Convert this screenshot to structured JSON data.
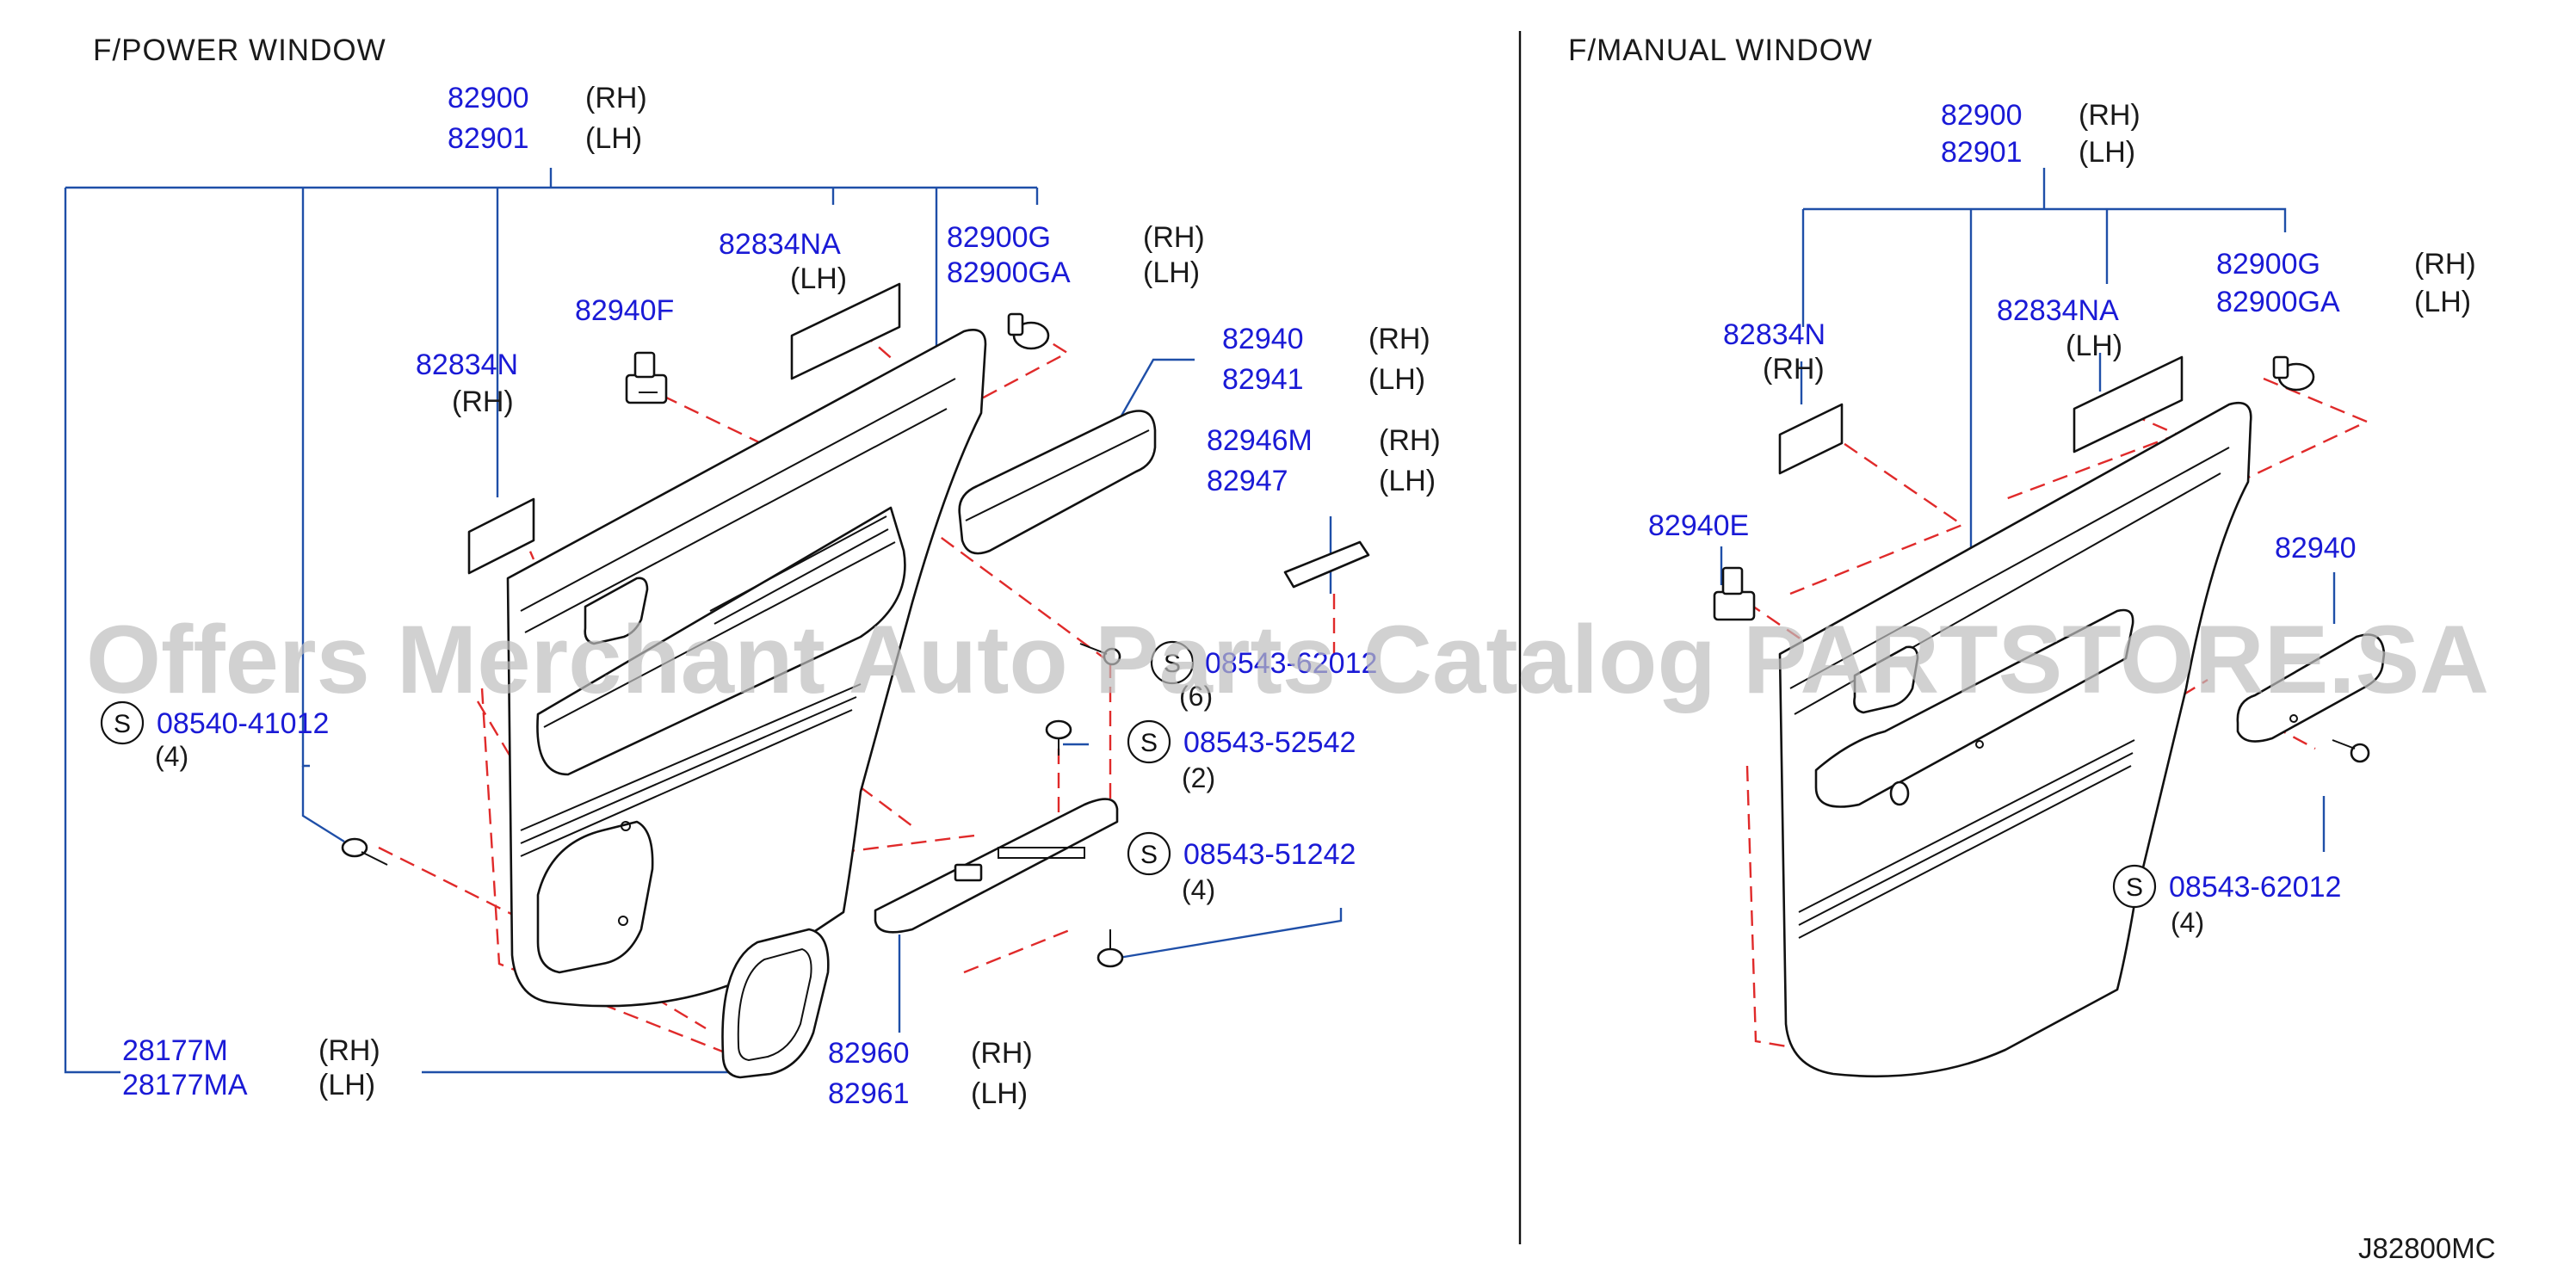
{
  "sections": {
    "left_title": "F/POWER   WINDOW",
    "right_title": "F/MANUAL   WINDOW"
  },
  "watermark": "Offers Merchant Auto Parts Catalog PARTSTORE.SA",
  "diagram_ref": "J82800MC",
  "s_symbol": "S",
  "left": {
    "p82900": "82900",
    "p82900_side": "(RH)",
    "p82901": "82901",
    "p82901_side": "(LH)",
    "p82834NA": "82834NA",
    "p82834NA_side": "(LH)",
    "p82900G": "82900G",
    "p82900G_side": "(RH)",
    "p82900GA": "82900GA",
    "p82900GA_side": "(LH)",
    "p82940F": "82940F",
    "p82940": "82940",
    "p82940_side": "(RH)",
    "p82941": "82941",
    "p82941_side": "(LH)",
    "p82834N": "82834N",
    "p82834N_side": "(RH)",
    "p82946M": "82946M",
    "p82946M_side": "(RH)",
    "p82947": "82947",
    "p82947_side": "(LH)",
    "p08543_62012": "08543-62012",
    "p08543_62012_qty": "(6)",
    "p08540_41012": "08540-41012",
    "p08540_41012_qty": "(4)",
    "p08543_52542": "08543-52542",
    "p08543_52542_qty": "(2)",
    "p08543_51242": "08543-51242",
    "p08543_51242_qty": "(4)",
    "p28177M": "28177M",
    "p28177M_side": "(RH)",
    "p28177MA": "28177MA",
    "p28177MA_side": "(LH)",
    "p82960": "82960",
    "p82960_side": "(RH)",
    "p82961": "82961",
    "p82961_side": "(LH)"
  },
  "right": {
    "p82900": "82900",
    "p82900_side": "(RH)",
    "p82901": "82901",
    "p82901_side": "(LH)",
    "p82900G": "82900G",
    "p82900G_side": "(RH)",
    "p82900GA": "82900GA",
    "p82900GA_side": "(LH)",
    "p82834N": "82834N",
    "p82834N_side": "(RH)",
    "p82834NA": "82834NA",
    "p82834NA_side": "(LH)",
    "p82940E": "82940E",
    "p82940": "82940",
    "p08543_62012": "08543-62012",
    "p08543_62012_qty": "(4)"
  },
  "colors": {
    "part_number": "#1a1ad6",
    "leader_line": "#1f4fa8",
    "dashed_guide": "#e02a2a",
    "outline": "#111111",
    "watermark": "#bdbdbd"
  }
}
